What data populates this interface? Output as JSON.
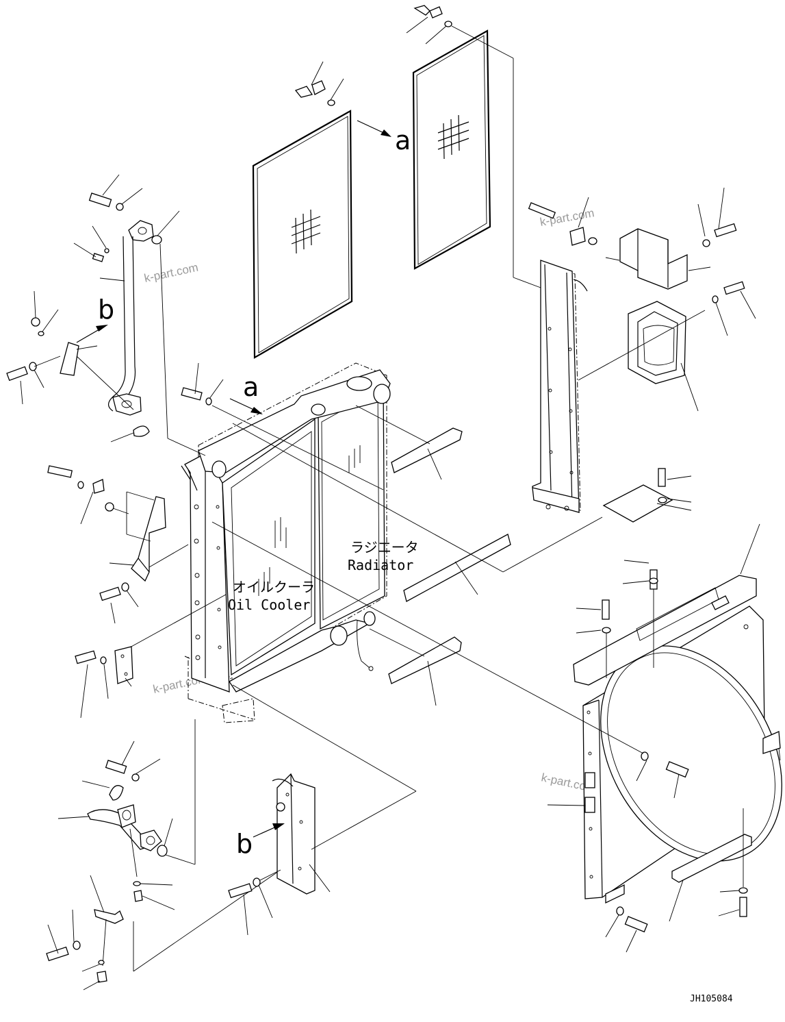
{
  "labels": {
    "radiator_jp": "ラジエータ",
    "radiator_en": "Radiator",
    "oil_cooler_jp": "オイルクーラ",
    "oil_cooler_en": "Oil Cooler",
    "view_a": "a",
    "view_b": "b"
  },
  "watermark": "k-part.com",
  "drawing_code": "JH105084"
}
